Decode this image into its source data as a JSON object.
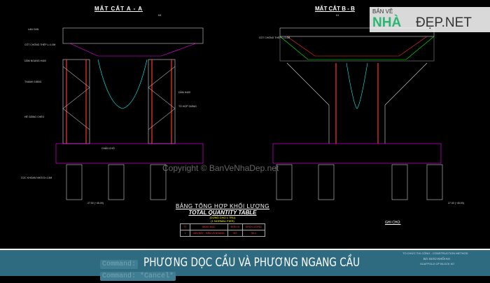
{
  "sections": {
    "left_title": "MẶT CẮT A - A",
    "right_title": "MẶT CẮT B - B",
    "left_marker": "K8",
    "right_marker": "K4"
  },
  "labels": [
    "LAN CAN",
    "CỐT CHỐNG THÉP L=1.0M",
    "CỐT CHỐNG THÉP L=1.0M",
    "DẦM NGANG H400",
    "THANH GIẰNG",
    "DẦM H400",
    "TỔ HỢP GIẰNG",
    "HỆ GIẰNG CHÉO",
    "CHÂN CHỐ",
    "CỌC KHOAN NHỒI D=1.5M"
  ],
  "levels": {
    "left": "27.00 (~45.00)",
    "right": "27.00 (~45.00)"
  },
  "copyright": "Copyright © BanVeNhaDep.net",
  "table": {
    "title_vi": "BẢNG TỔNG HỢP KHỐI LƯỢNG",
    "title_en": "TOTAL QUANTITY TABLE",
    "sub1": "(DÙNG CHO 1 TRỤ)",
    "sub2": "(1 NORMAL PIER)",
    "headers": [
      "TT",
      "HẠNG MỤC",
      "ĐƠN VỊ",
      "KHỐI LƯỢNG"
    ],
    "rows": [
      [
        "1",
        "VÁN ĐÁY - SÀN VÀ NGANG",
        "M2",
        "56.4"
      ]
    ]
  },
  "notes_title": "GHI CHÚ:",
  "watermark": {
    "line1": "BẢN VẼ",
    "line2": "NHÀ",
    "line3": "ĐẸP.NET"
  },
  "banner": {
    "title": "PHƯƠNG DỌC CẦU VÀ PHƯƠNG NGANG CẦU",
    "cmd1": "Command:",
    "cmd2": "Command: *Cancel*",
    "stamp1": "TỔ CHỨC THI CÔNG - CONSTRUCTION METHOD",
    "stamp2": "ĐÀ GIÁO KHỐI K0",
    "stamp3": "SCAFFOLD OF BLOCK K0"
  }
}
